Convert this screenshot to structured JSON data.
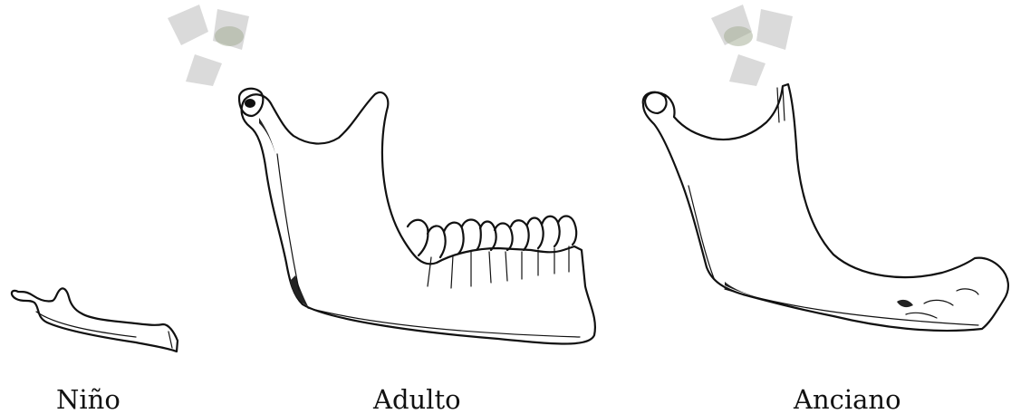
{
  "labels": {
    "child": "Niño",
    "adult": "Adulto",
    "elderly": "Anciano"
  },
  "colors": {
    "line": "#111111",
    "watermark": "#b9c4b0",
    "background": "#ffffff"
  }
}
